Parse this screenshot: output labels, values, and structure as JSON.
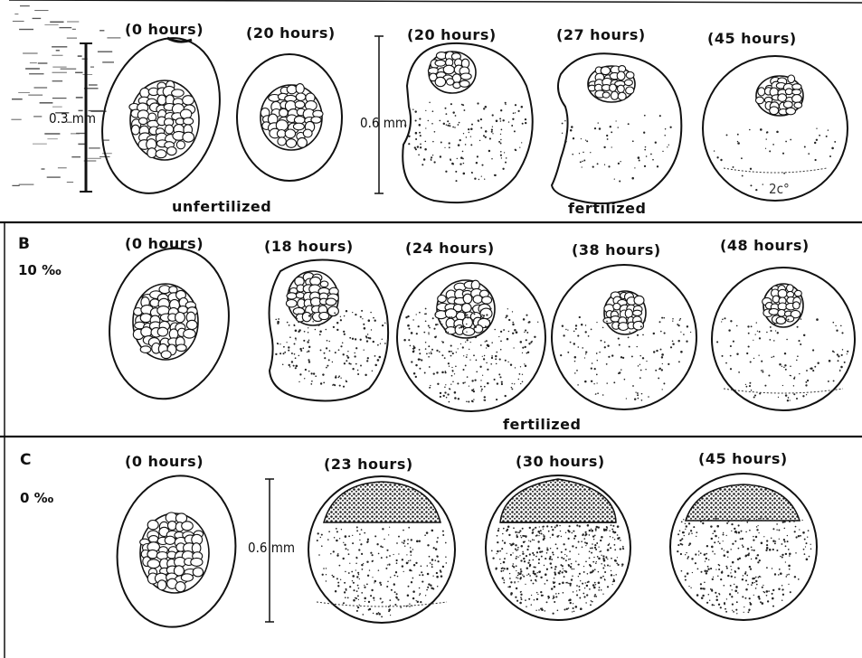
{
  "panels": {
    "A": {
      "letter": "",
      "salinity": "",
      "scale_label": "0.3 mm",
      "scale_label_2": "0.6 mm",
      "times": [
        "(0 hours)",
        "(20 hours)",
        "(20 hours)",
        "(27 hours)",
        "(45 hours)"
      ],
      "group_left": "unfertilized",
      "group_right": "fertilized",
      "annotation": "2c°"
    },
    "B": {
      "letter": "B",
      "salinity": "10 ‰",
      "times": [
        "(0 hours)",
        "(18 hours)",
        "(24 hours)",
        "(38 hours)",
        "(48 hours)"
      ],
      "group": "fertilized"
    },
    "C": {
      "letter": "C",
      "salinity": "0 ‰",
      "scale_label": "0.6 mm",
      "times": [
        "(0 hours)",
        "(23 hours)",
        "(30 hours)",
        "(45 hours)"
      ]
    }
  },
  "colors": {
    "ink": "#111111",
    "paper": "#ffffff",
    "blastoderm": "#2a2a2a"
  }
}
